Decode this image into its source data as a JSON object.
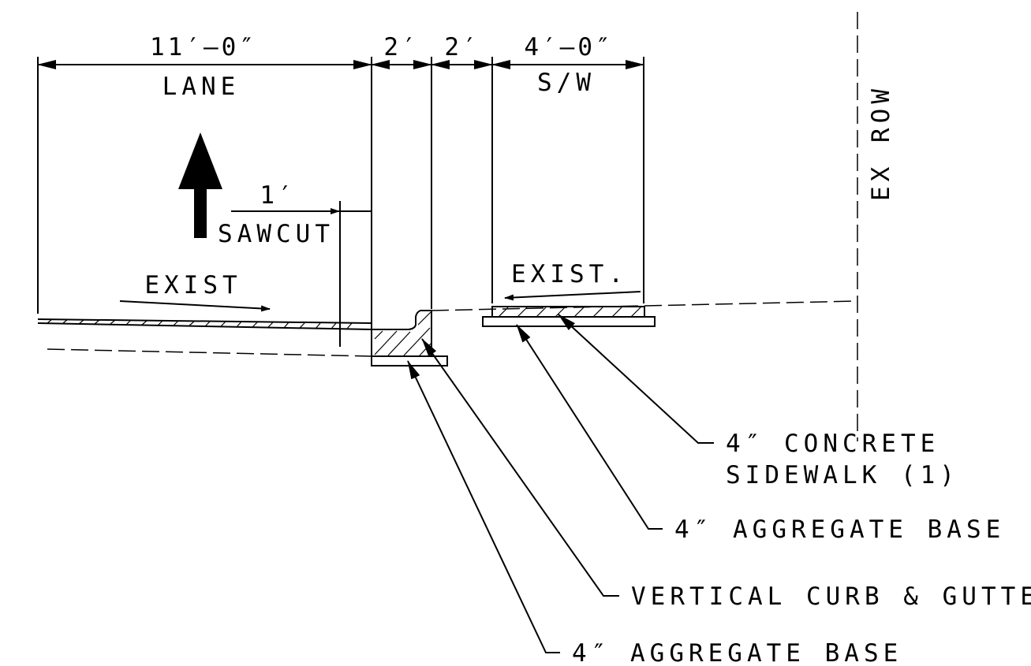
{
  "dimensions": {
    "lane_width": "11′–0″",
    "lane_label": "LANE",
    "gutter_width": "2′",
    "buffer_width": "2′",
    "sidewalk_width": "4′–0″",
    "sidewalk_label": "S/W",
    "sawcut_width": "1′",
    "sawcut_label": "SAWCUT"
  },
  "annotations": {
    "exist_pavement": "EXIST",
    "exist_sidewalk": "EXIST.",
    "row_label": "EX ROW"
  },
  "callouts": {
    "concrete_line1": "4″ CONCRETE",
    "concrete_line2": "SIDEWALK (1)",
    "sidewalk_base": "4″ AGGREGATE BASE",
    "curb_gutter": "VERTICAL CURB & GUTTER",
    "curb_base": "4″ AGGREGATE BASE"
  },
  "icons": {
    "direction_arrow": "up-arrow-icon"
  }
}
